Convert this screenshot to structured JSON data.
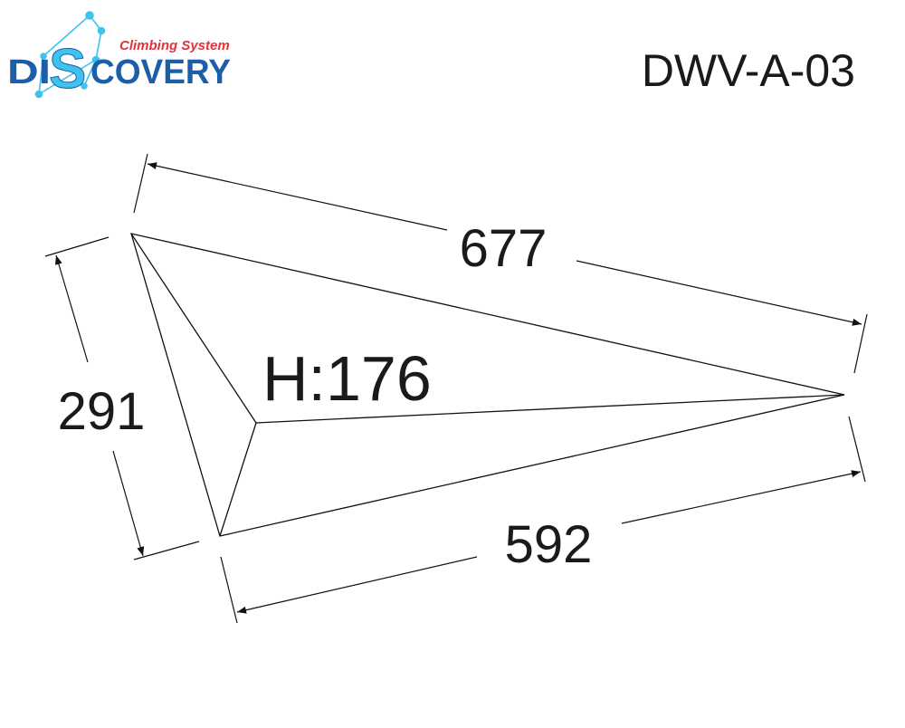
{
  "logo": {
    "tagline": "Climbing System",
    "wordmark_left": "DI",
    "wordmark_s": "S",
    "wordmark_right": "COVERY",
    "colors": {
      "blue": "#1c5fa8",
      "red": "#e2323a",
      "cyan": "#3ec3ee"
    }
  },
  "model_code": "DWV-A-03",
  "dimensions": {
    "top_length": "677",
    "left_length": "291",
    "bottom_length": "592",
    "height_label": "H:176"
  }
}
